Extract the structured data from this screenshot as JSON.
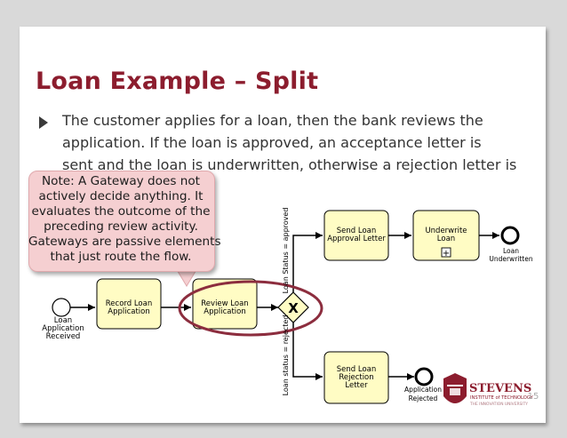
{
  "slide": {
    "title": "Loan Example – Split",
    "body_lines": [
      "The customer applies for a loan, then the bank reviews the",
      "application. If the loan is approved, an acceptance letter is",
      "sent and the loan is underwritten, otherwise a rejection letter is"
    ],
    "page_number": "15"
  },
  "callout": {
    "lines": [
      "Note: A Gateway does not",
      "actively decide anything. It",
      "evaluates the outcome of the",
      "preceding review activity.",
      "Gateways are passive elements",
      "that just route the flow."
    ]
  },
  "diagram": {
    "start_event": [
      "Loan",
      "Application",
      "Received"
    ],
    "task_record": [
      "Record Loan",
      "Application"
    ],
    "task_review": [
      "Review Loan",
      "Application"
    ],
    "gateway_symbol": "X",
    "task_approval": [
      "Send Loan",
      "Approval Letter"
    ],
    "task_underwrite": [
      "Underwrite",
      "Loan"
    ],
    "subprocess_marker": "+",
    "task_rejection": [
      "Send Loan",
      "Rejection",
      "Letter"
    ],
    "end_underwritten": [
      "Loan",
      "Underwritten"
    ],
    "end_rejected": [
      "Application",
      "Rejected"
    ],
    "flow_approved": "Loan Status = approved",
    "flow_rejected": "Loan status = rejected"
  },
  "logo": {
    "name": "STEVENS",
    "subtitle": "INSTITUTE of TECHNOLOGY",
    "tagline": "THE INNOVATION UNIVERSITY"
  },
  "colors": {
    "title": "#8c1d2e",
    "task_fill": "#fffcc4",
    "callout_fill": "#f5cfd1",
    "highlight_ring": "#8c2d3e"
  }
}
